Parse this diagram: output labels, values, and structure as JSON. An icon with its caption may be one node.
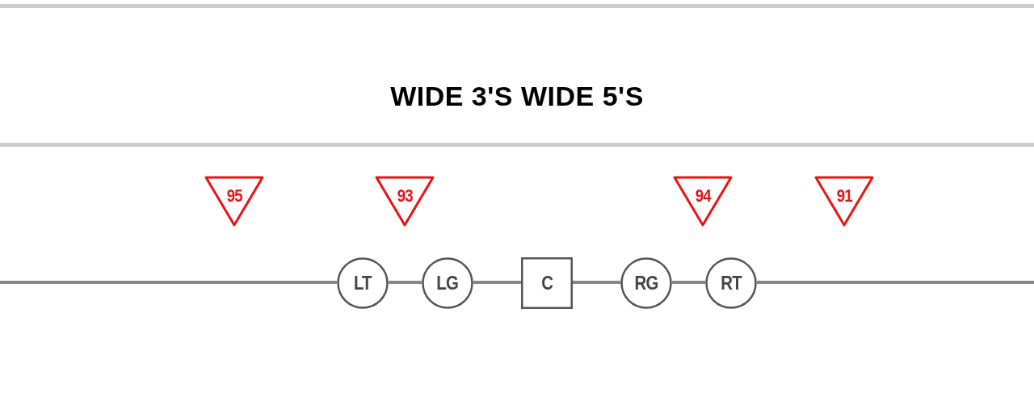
{
  "diagram": {
    "title": "WIDE 3'S WIDE 5'S",
    "nodes": [
      {
        "text": [
          "95"
        ]
      },
      {
        "text": [
          "93"
        ]
      },
      {
        "text": [
          "94"
        ]
      },
      {
        "text": [
          "91"
        ]
      },
      {
        "text": [
          "LT"
        ]
      },
      {
        "text": [
          "LG"
        ]
      },
      {
        "text": [
          "C"
        ]
      },
      {
        "text": [
          "RG"
        ]
      },
      {
        "text": [
          "RT"
        ]
      }
    ],
    "edges": [
      {
        "from": null,
        "to": 4,
        "arrow": "none"
      },
      {
        "from": 4,
        "to": 5,
        "arrow": "none"
      },
      {
        "from": 5,
        "to": 6,
        "arrow": "none"
      },
      {
        "from": 6,
        "to": 7,
        "arrow": "none"
      },
      {
        "from": 7,
        "to": 8,
        "arrow": "none"
      },
      {
        "from": 8,
        "to": null,
        "arrow": "none"
      }
    ]
  }
}
